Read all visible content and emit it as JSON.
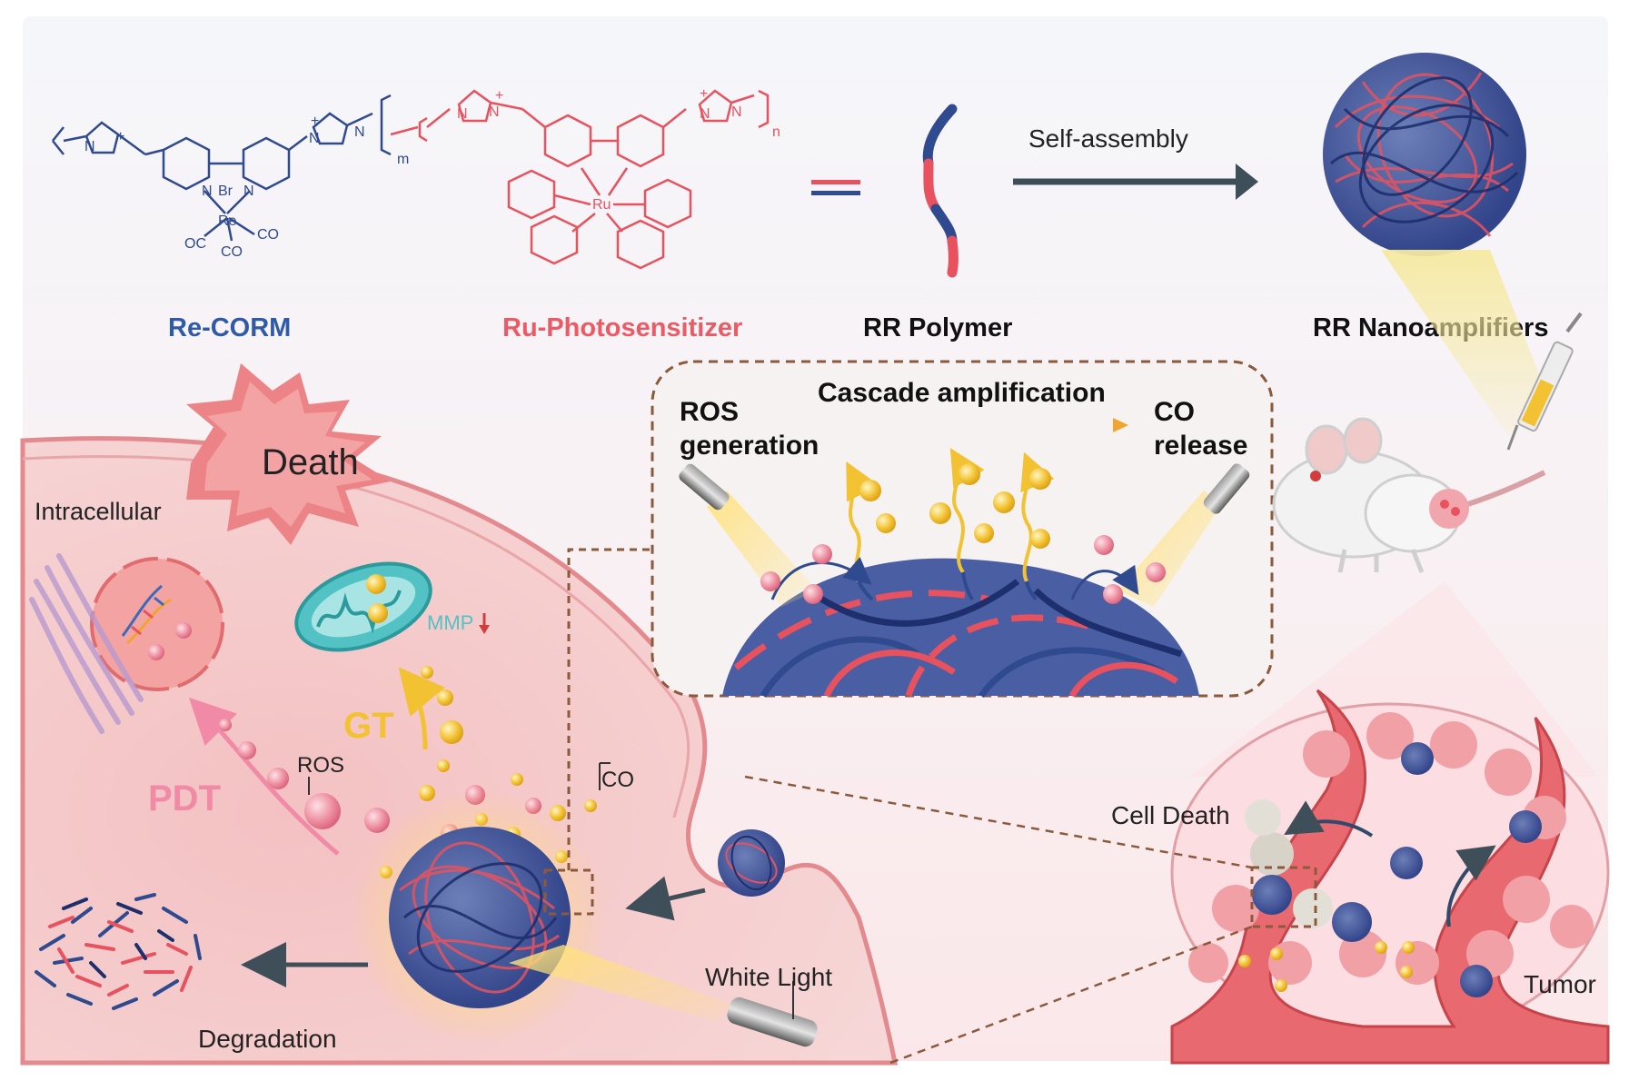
{
  "labels": {
    "re_corm": "Re-CORM",
    "ru_ps": "Ru-Photosensitizer",
    "rr_polymer": "RR Polymer",
    "rr_nano": "RR Nanoamplifiers",
    "self_assembly": "Self-assembly",
    "ros_generation_1": "ROS",
    "ros_generation_2": "generation",
    "cascade": "Cascade amplification",
    "co_release_1": "CO",
    "co_release_2": "release",
    "death": "Death",
    "intracellular": "Intracellular",
    "mmp": "MMP",
    "gt": "GT",
    "pdt": "PDT",
    "ros": "ROS",
    "co": "CO",
    "degradation": "Degradation",
    "white_light": "White Light",
    "cell_death": "Cell Death",
    "tumor": "Tumor"
  },
  "chem": {
    "re_atoms": {
      "br": "Br",
      "re": "Re",
      "oc": "OC",
      "co1": "CO",
      "co2": "CO",
      "n1": "N",
      "n2": "N"
    },
    "ru_atoms": {
      "ru": "Ru"
    },
    "sub_m": "m",
    "sub_n": "n",
    "plus": "+",
    "n": "N"
  },
  "colors": {
    "blue": "#2f4a8f",
    "red": "#e8525e",
    "gold": "#f2c232",
    "pink_bg": "#f7d3d3",
    "dark_arrow": "#3f4f5a"
  }
}
